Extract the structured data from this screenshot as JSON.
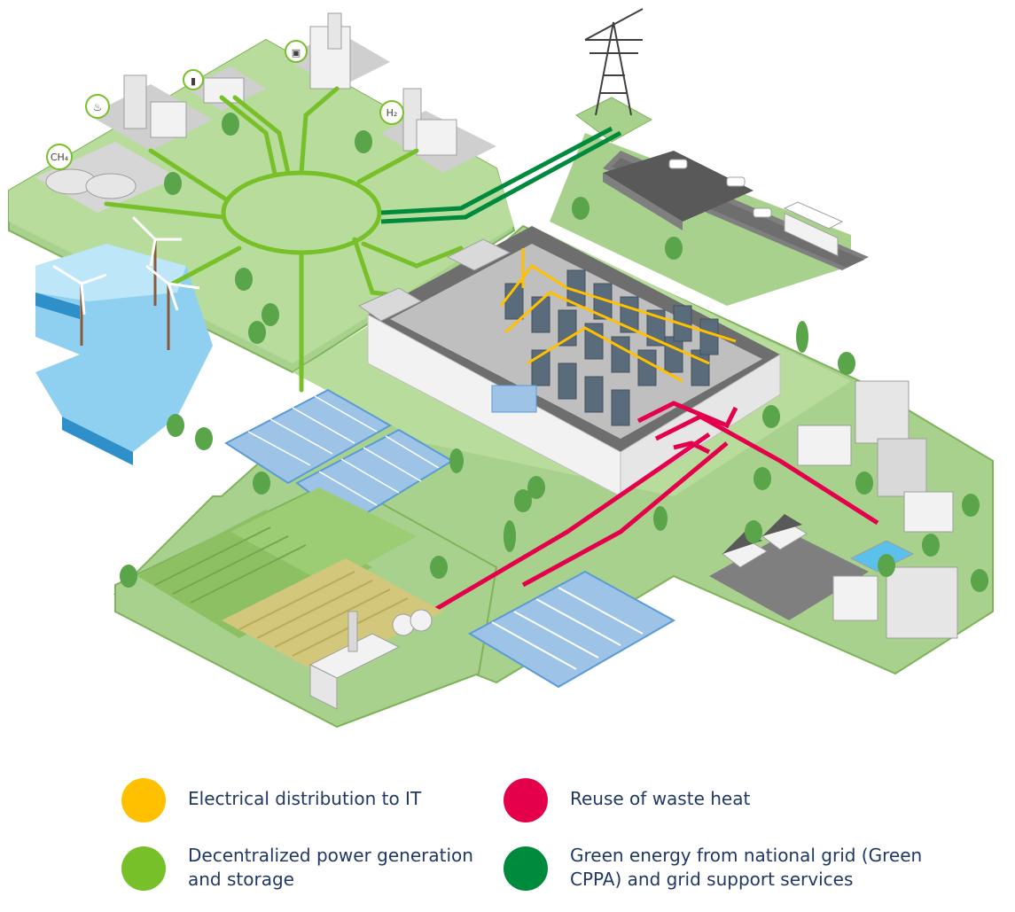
{
  "plant_badges": {
    "ch4": "CH₄",
    "h2": "H₂"
  },
  "icons": [
    "flame-icon",
    "battery-icon",
    "factory-icon",
    "wind-turbine-icon",
    "pylon-icon",
    "solar-panel-icon",
    "greenhouse-icon",
    "house-icon",
    "truck-icon",
    "car-icon"
  ],
  "colors": {
    "electrical_it": "#ffc000",
    "waste_heat": "#e4004b",
    "decentralized": "#78c02a",
    "green_grid": "#008a3e",
    "legend_text": "#1f3864"
  },
  "legend": {
    "items": [
      {
        "label": "Electrical distribution to IT",
        "color": "#ffc000"
      },
      {
        "label": "Reuse of waste heat",
        "color": "#e4004b"
      },
      {
        "label": "Decentralized power generation and storage",
        "color": "#78c02a"
      },
      {
        "label": "Green energy from national grid (Green CPPA) and grid support services",
        "color": "#008a3e"
      }
    ]
  }
}
